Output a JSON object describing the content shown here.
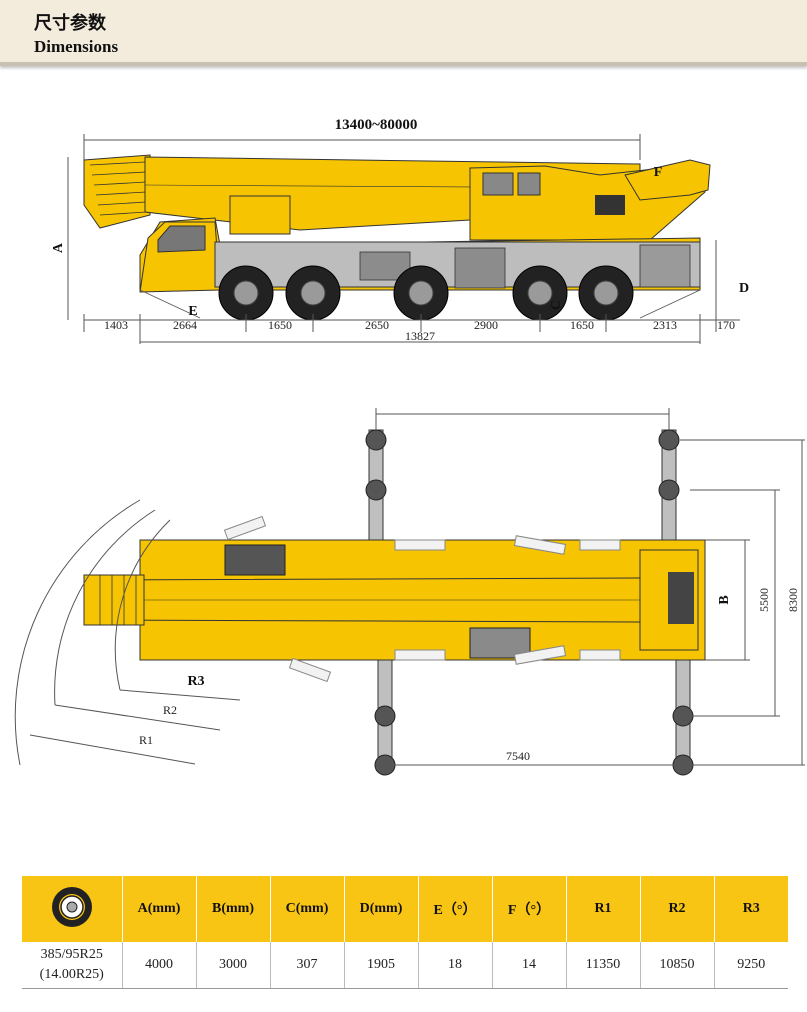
{
  "header": {
    "title_cn": "尺寸参数",
    "title_en": "Dimensions"
  },
  "side_view": {
    "boom_length": "13400~80000",
    "letters": {
      "A": "A",
      "C": "C",
      "D": "D",
      "E": "E",
      "F": "F"
    },
    "segments": [
      "1403",
      "2664",
      "1650",
      "2650",
      "2900",
      "1650",
      "2313",
      "170"
    ],
    "total_length": "13827"
  },
  "top_view": {
    "letter_B": "B",
    "width_inner": "5500",
    "width_outer": "8300",
    "outrigger_span": "7540",
    "radii": [
      "R3",
      "R2",
      "R1"
    ]
  },
  "table": {
    "headers": [
      "A(mm)",
      "B(mm)",
      "C(mm)",
      "D(mm)",
      "E（°）",
      "F（°）",
      "R1",
      "R2",
      "R3"
    ],
    "tire_line1": "385/95R25",
    "tire_line2": "(14.00R25)",
    "values": [
      "4000",
      "3000",
      "307",
      "1905",
      "18",
      "14",
      "11350",
      "10850",
      "9250"
    ]
  },
  "colors": {
    "crane_yellow": "#f6c400",
    "table_header": "#f9c514",
    "chassis_gray": "#9a9a9a"
  }
}
